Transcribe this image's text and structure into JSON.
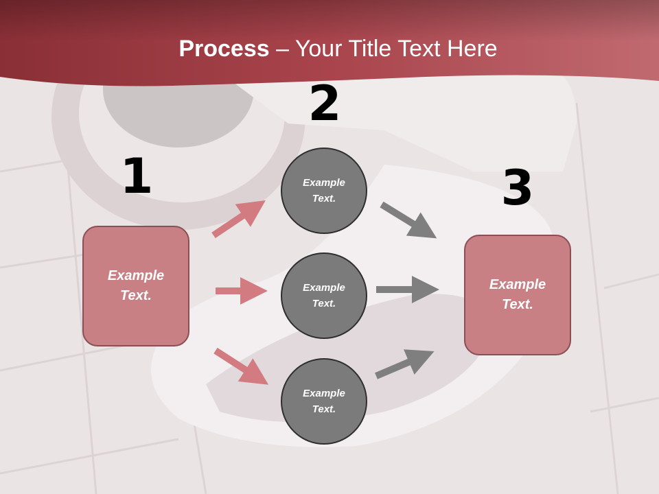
{
  "slide": {
    "title_bold": "Process",
    "title_rest": " – Your Title Text Here"
  },
  "steps": {
    "one": "1",
    "two": "2",
    "three": "3"
  },
  "left_box": {
    "text": "Example\nText."
  },
  "right_box": {
    "text": "Example\nText."
  },
  "circles": [
    {
      "text": "Example\nText."
    },
    {
      "text": "Example\nText."
    },
    {
      "text": "Example\nText."
    }
  ],
  "colors": {
    "header": "#b04e55",
    "box_fill": "#c98084",
    "circle_fill": "#7b7b7b",
    "arrow_pink": "#d27c82",
    "arrow_gray": "#7f7f7f"
  }
}
